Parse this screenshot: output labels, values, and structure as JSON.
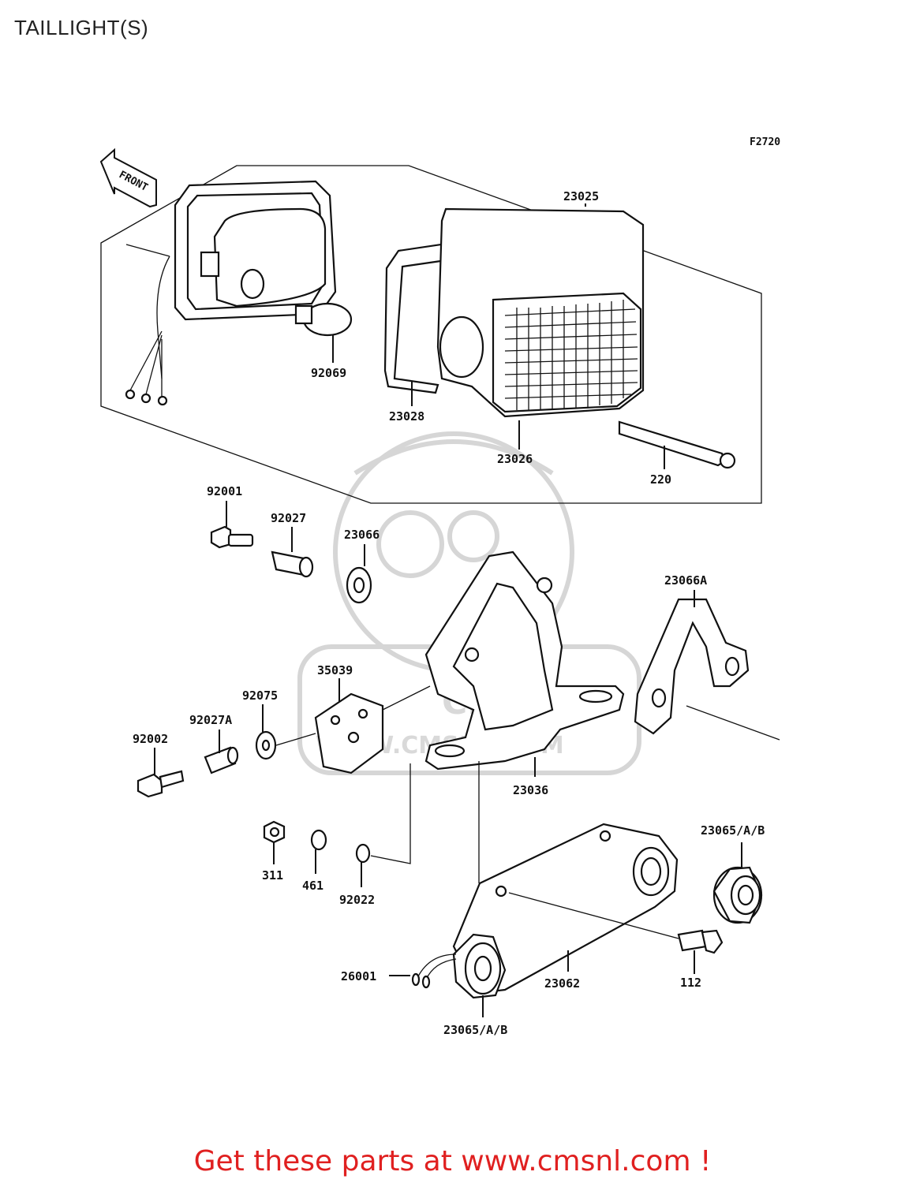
{
  "title": "TAILLIGHT(S)",
  "figure_id": "F2720",
  "front_label": "FRONT",
  "watermark_text": "CMS",
  "watermark_url": "WWW.CMSNL.COM",
  "parts": {
    "p23025": "23025",
    "p92069": "92069",
    "p23028": "23028",
    "p23026": "23026",
    "p220": "220",
    "p92001": "92001",
    "p92027": "92027",
    "p23066": "23066",
    "p23066A": "23066A",
    "p35039": "35039",
    "p92075": "92075",
    "p92027A": "92027A",
    "p92002": "92002",
    "p23036": "23036",
    "p311": "311",
    "p461": "461",
    "p92022": "92022",
    "p23065_top": "23065/A/B",
    "p26001": "26001",
    "p23062": "23062",
    "p112": "112",
    "p23065_bottom": "23065/A/B"
  },
  "footer": "Get these parts at www.cmsnl.com !",
  "colors": {
    "footer": "#e02020",
    "line": "#111111",
    "watermark": "#d6d6d6"
  }
}
